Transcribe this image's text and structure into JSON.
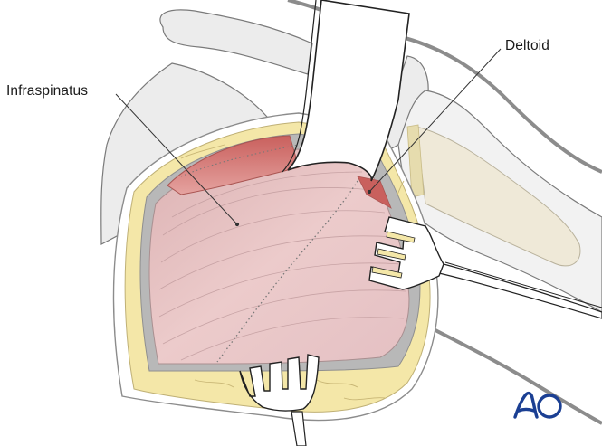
{
  "figure": {
    "type": "surgical-anatomy-illustration",
    "view": "posterior shoulder approach, deltoid retracted exposing infraspinatus"
  },
  "labels": {
    "infraspinatus": "Infraspinatus",
    "deltoid": "Deltoid"
  },
  "logo": {
    "text": "AO",
    "color": "#1b3f93"
  },
  "colors": {
    "bone_fill": "#ececec",
    "bone_outline": "#7a7a7a",
    "skin_outline": "#8c8c8c",
    "fat_yellow": "#f4e7a8",
    "fascia_gray": "#b8b8b8",
    "muscle_pink": "#e6bdbd",
    "muscle_dark": "#cf7d7b",
    "humerus_fill": "#efe9d8",
    "retractor_fill": "#ffffff",
    "retractor_outline": "#222222",
    "leader_line": "#333333"
  },
  "instruments": [
    {
      "name": "blunt retractor (top)",
      "position": "superior, retracting deltoid"
    },
    {
      "name": "rake retractor (right)",
      "prongs": 3
    },
    {
      "name": "rake retractor (bottom)",
      "prongs": 4
    }
  ]
}
